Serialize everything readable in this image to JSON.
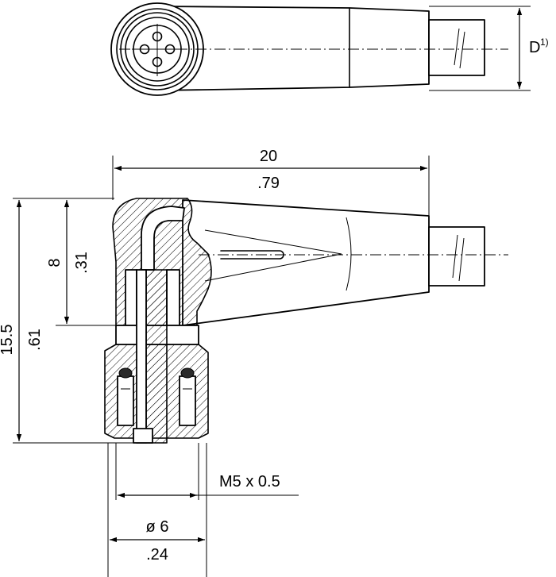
{
  "dimensions": {
    "length_mm": "20",
    "length_in": ".79",
    "elbow_height_mm": "8",
    "elbow_height_in": ".31",
    "total_height_mm": "15.5",
    "total_height_in": ".61",
    "thread": "M5 x 0.5",
    "diameter_mm": "ø 6",
    "diameter_in": ".24",
    "d_label": "D",
    "d_note": "1)"
  }
}
